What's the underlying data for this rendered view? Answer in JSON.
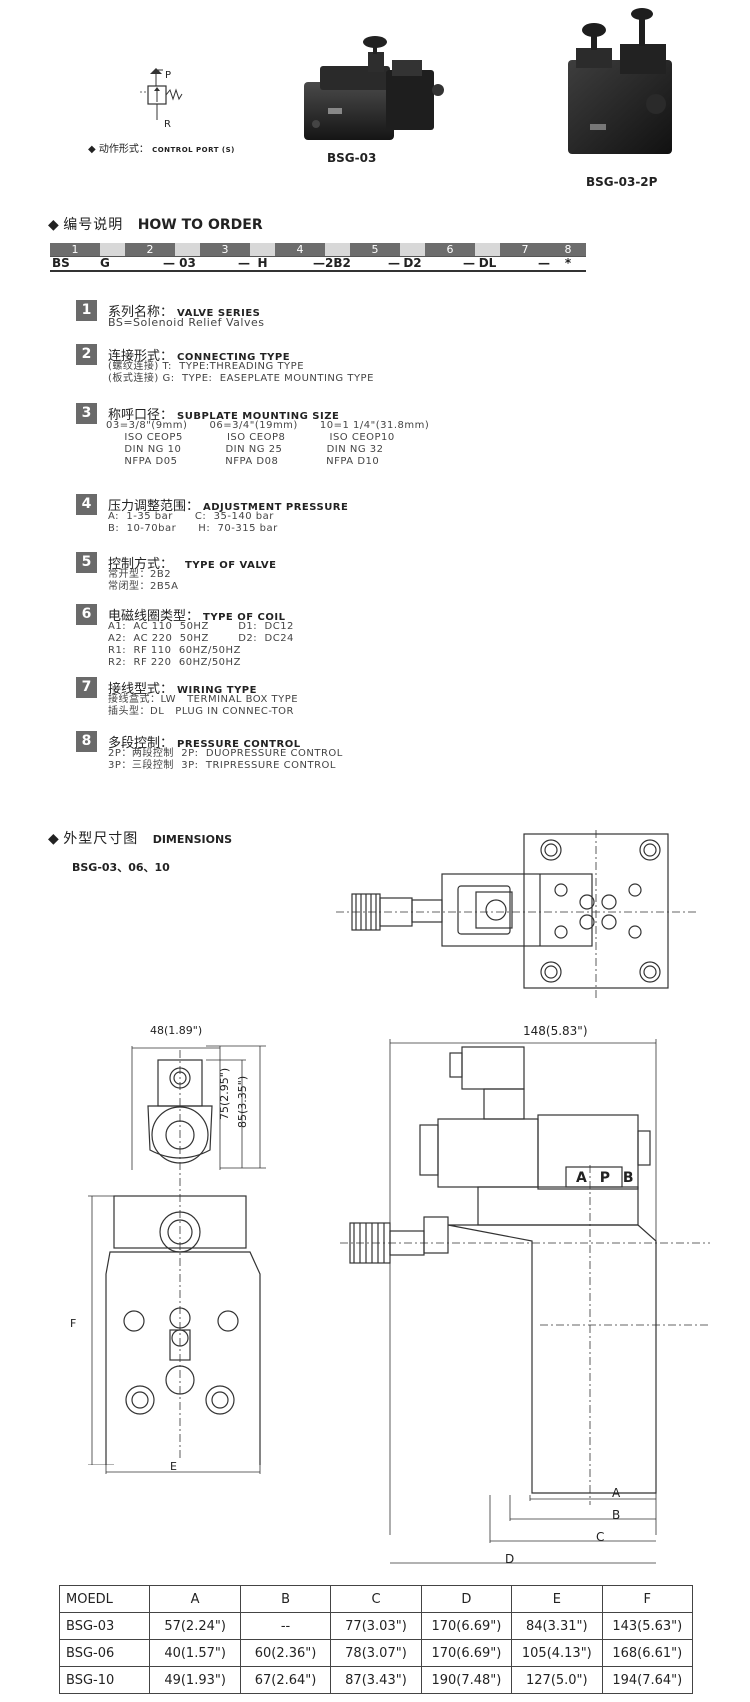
{
  "symbol": {
    "port_p": "P",
    "port_r": "R"
  },
  "control_port_label": {
    "cn": "动作形式：",
    "en": "CONTROL PORT (S)"
  },
  "products": [
    {
      "name": "BSG-03"
    },
    {
      "name": "BSG-03-2P"
    }
  ],
  "how_to_order": {
    "title_cn": "编号说明",
    "title_en": "HOW TO ORDER",
    "numbers": [
      "1",
      "2",
      "3",
      "4",
      "5",
      "6",
      "7",
      "8"
    ],
    "codes": [
      "BS",
      "G",
      "—",
      "03",
      "—",
      "H",
      "—",
      "2B2",
      "—",
      "D2",
      "—",
      "DL",
      "—",
      "*"
    ]
  },
  "items": [
    {
      "num": "1",
      "cn": "系列名称：",
      "en": "VALVE SERIES",
      "lines": "BS=Solenoid Relief Valves"
    },
    {
      "num": "2",
      "cn": "连接形式：",
      "en": "CONNECTING TYPE",
      "lines": "(螺纹连接) T:  TYPE:THREADING TYPE\n(板式连接) G:  TYPE:  EASEPLATE MOUNTING TYPE"
    },
    {
      "num": "3",
      "cn": "称呼口径：",
      "en": "SUBPLATE MOUNTING SIZE",
      "lines": "03=3/8\"(9mm)      06=3/4\"(19mm)      10=1 1/4\"(31.8mm)\n     ISO CEOP5            ISO CEOP8            ISO CEOP10\n     DIN NG 10            DIN NG 25            DIN NG 32\n     NFPA D05             NFPA D08             NFPA D10"
    },
    {
      "num": "4",
      "cn": "压力调整范围：",
      "en": "ADJUSTMENT PRESSURE",
      "lines": "A:  1-35 bar      C:  35-140 bar\nB:  10-70bar      H:  70-315 bar"
    },
    {
      "num": "5",
      "cn": "控制方式：",
      "en": "TYPE OF VALVE",
      "lines": "常开型：2B2\n常闭型：2B5A"
    },
    {
      "num": "6",
      "cn": "电磁线圈类型：",
      "en": "TYPE OF COIL",
      "lines": "A1:  AC 110  50HZ        D1:  DC12\nA2:  AC 220  50HZ        D2:  DC24\nR1:  RF 110  60HZ/50HZ\nR2:  RF 220  60HZ/50HZ"
    },
    {
      "num": "7",
      "cn": "接线型式：",
      "en": "WIRING TYPE",
      "lines": "接线盒式：LW   TERMINAL BOX TYPE\n插头型：DL   PLUG IN CONNEC-TOR"
    },
    {
      "num": "8",
      "cn": "多段控制：",
      "en": "PRESSURE CONTROL",
      "lines": "2P：两段控制  2P:  DUOPRESSURE CONTROL\n3P：三段控制  3P:  TRIPRESSURE CONTROL"
    }
  ],
  "dimensions": {
    "title_cn": "外型尺寸图",
    "title_en": "DIMENSIONS",
    "subtitle": "BSG-03、06、10",
    "labels": {
      "w48": "48(1.89\")",
      "h75": "75(2.95\")",
      "h85": "85(3.35\")",
      "w148": "148(5.83\")",
      "f": "F",
      "e": "E",
      "a": "A",
      "b": "B",
      "c": "C",
      "d": "D",
      "apb": "A P B"
    },
    "table": {
      "headers": [
        "MOEDL",
        "A",
        "B",
        "C",
        "D",
        "E",
        "F"
      ],
      "rows": [
        [
          "BSG-03",
          "57(2.24\")",
          "--",
          "77(3.03\")",
          "170(6.69\")",
          "84(3.31\")",
          "143(5.63\")"
        ],
        [
          "BSG-06",
          "40(1.57\")",
          "60(2.36\")",
          "78(3.07\")",
          "170(6.69\")",
          "105(4.13\")",
          "168(6.61\")"
        ],
        [
          "BSG-10",
          "49(1.93\")",
          "67(2.64\")",
          "87(3.43\")",
          "190(7.48\")",
          "127(5.0\")",
          "194(7.64\")"
        ]
      ]
    }
  }
}
